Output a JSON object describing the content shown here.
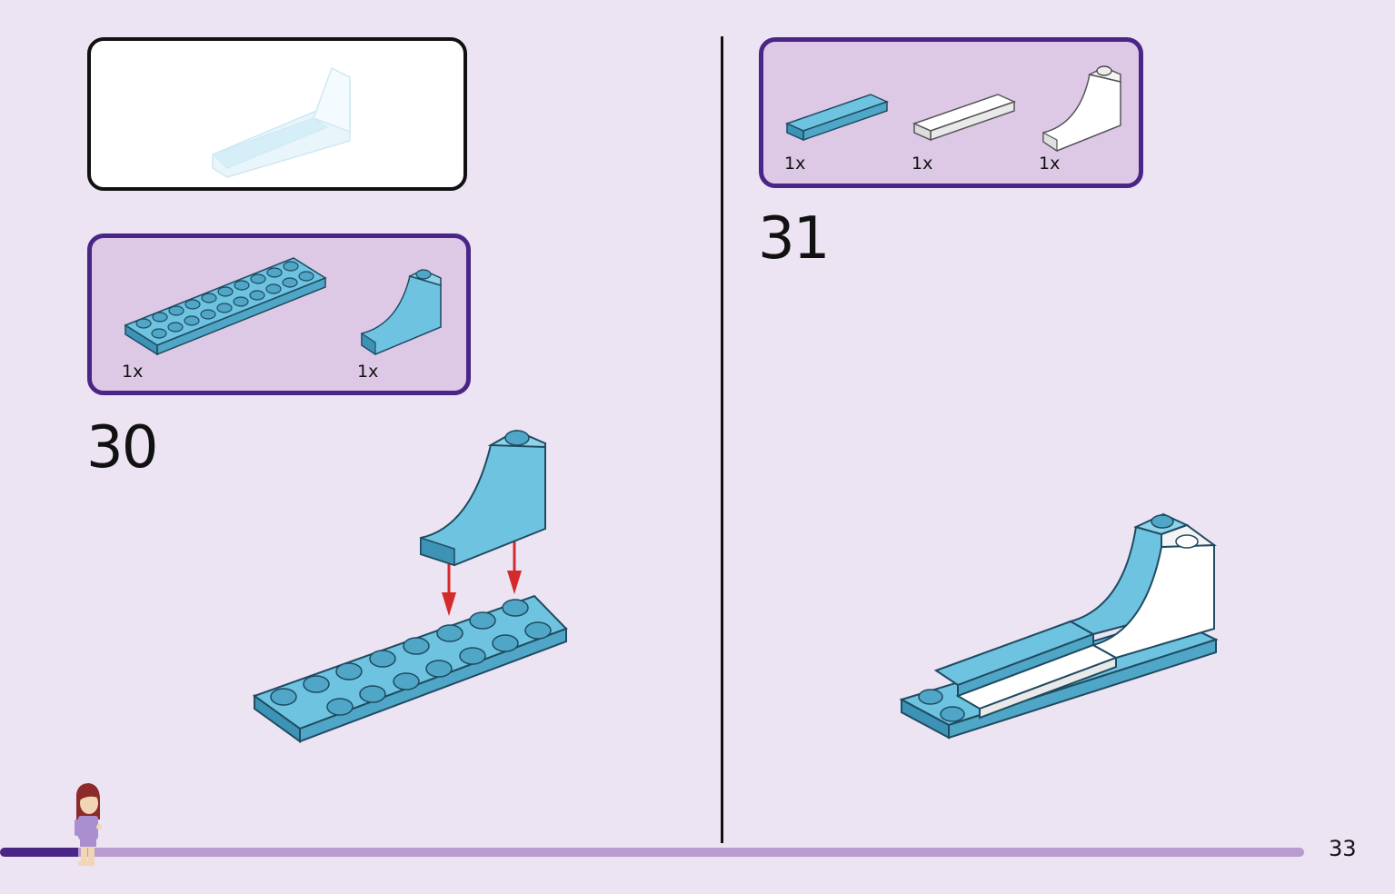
{
  "steps": [
    {
      "number": "30",
      "parts": [
        {
          "qty": "1x",
          "color": "#6ec3e0"
        },
        {
          "qty": "1x",
          "color": "#6ec3e0"
        }
      ]
    },
    {
      "number": "31",
      "parts": [
        {
          "qty": "1x",
          "color": "#6ec3e0"
        },
        {
          "qty": "1x",
          "color": "#ffffff"
        },
        {
          "qty": "1x",
          "color": "#ffffff"
        }
      ]
    }
  ],
  "page_number": "33",
  "progress": 0.06,
  "colors": {
    "accent": "#4a2585",
    "brick_blue": "#6ec3e0",
    "brick_white": "#ffffff",
    "arrow_red": "#d32b2b",
    "background": "#ece3f3"
  }
}
